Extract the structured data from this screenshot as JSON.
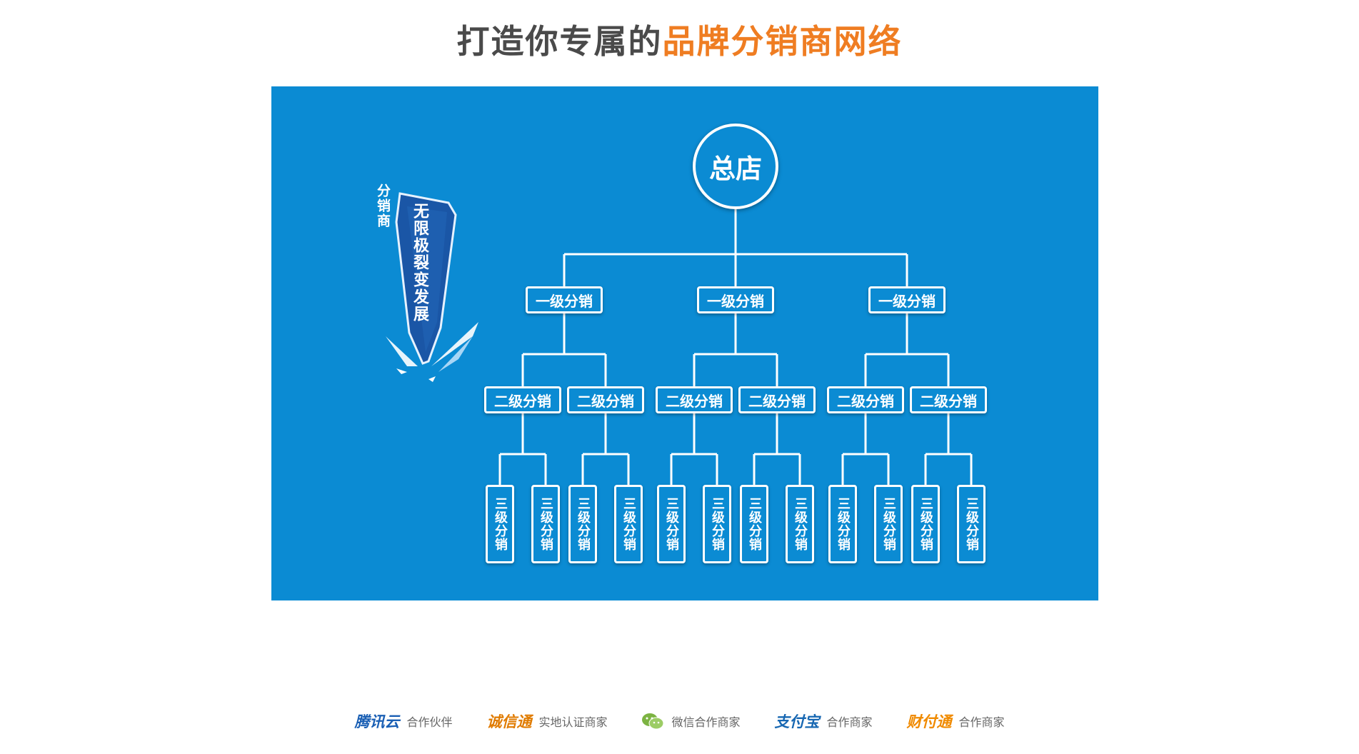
{
  "title": {
    "part1": "打造你专属的",
    "part2": "品牌分销商网络",
    "part1_color": "#4a4a4a",
    "part2_color": "#ef7d22"
  },
  "panel": {
    "background": "#0b8bd3"
  },
  "side": {
    "label": "分销商",
    "banner": "无限极裂变发展"
  },
  "tree": {
    "root": "总店",
    "level1": [
      "一级分销",
      "一级分销",
      "一级分销"
    ],
    "level2": [
      "二级分销",
      "二级分销",
      "二级分销",
      "二级分销",
      "二级分销",
      "二级分销"
    ],
    "level3": [
      "三级分销",
      "三级分销",
      "三级分销",
      "三级分销",
      "三级分销",
      "三级分销",
      "三级分销",
      "三级分销",
      "三级分销",
      "三级分销",
      "三级分销",
      "三级分销"
    ]
  },
  "footer": [
    {
      "logo": "腾讯云",
      "icon": "tencent-cloud-logo",
      "text": "合作伙伴",
      "color": "#1a5fb4"
    },
    {
      "logo": "诚信通",
      "icon": "chengxintong-logo",
      "text": "实地认证商家",
      "color": "#e07b00"
    },
    {
      "logo": "",
      "icon": "wechat-icon",
      "text": "微信合作商家",
      "color": "#7cb342"
    },
    {
      "logo": "支付宝",
      "icon": "alipay-logo",
      "text": "合作商家",
      "color": "#1767b2"
    },
    {
      "logo": "财付通",
      "icon": "tenpay-logo",
      "text": "合作商家",
      "color": "#f08a00"
    }
  ]
}
